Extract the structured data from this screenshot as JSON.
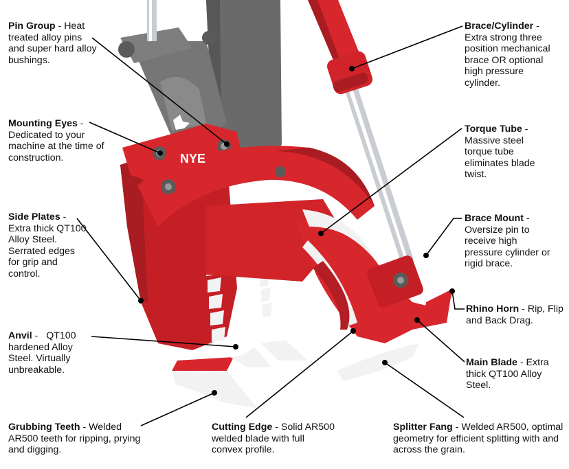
{
  "colors": {
    "body_red": "#d8262d",
    "dark_red": "#a81c22",
    "steel_white": "#f2f2f2",
    "arm_grey": "#6f6f6f",
    "rod_silver": "#cfd3d6",
    "text": "#111111"
  },
  "logo": "NYE",
  "callouts": [
    {
      "id": "pin-group",
      "title": "Pin Group",
      "sep": " - ",
      "desc": "Heat treated alloy pins and super hard alloy bushings."
    },
    {
      "id": "mounting-eyes",
      "title": "Mounting Eyes",
      "sep": " - ",
      "desc": "Dedicated to your machine at the time of construction."
    },
    {
      "id": "side-plates",
      "title": "Side Plates",
      "sep": " - ",
      "desc": "Extra thick QT100 Alloy Steel. Serrated edges for grip and control."
    },
    {
      "id": "anvil",
      "title": "Anvil",
      "sep": " -   ",
      "desc": "QT100 hardened Alloy Steel. Virtually unbreakable."
    },
    {
      "id": "grubbing-teeth",
      "title": "Grubbing Teeth",
      "sep": " - ",
      "desc": "Welded AR500 teeth for ripping, prying and digging."
    },
    {
      "id": "cutting-edge",
      "title": "Cutting Edge",
      "sep": " - ",
      "desc": "Solid AR500 welded blade with full convex profile."
    },
    {
      "id": "splitter-fang",
      "title": "Splitter Fang",
      "sep": " - ",
      "desc": "Welded AR500, optimal geometry for efficient splitting with and across the grain."
    },
    {
      "id": "brace-cylinder",
      "title": "Brace/Cylinder",
      "sep": " - ",
      "desc": "Extra strong three position mechanical brace OR optional high pressure cylinder."
    },
    {
      "id": "torque-tube",
      "title": "Torque Tube",
      "sep": " - ",
      "desc": "Massive steel torque tube eliminates blade twist."
    },
    {
      "id": "brace-mount",
      "title": "Brace Mount",
      "sep": " - ",
      "desc": "Oversize pin to receive high pressure cylinder or rigid brace."
    },
    {
      "id": "rhino-horn",
      "title": "Rhino Horn",
      "sep": " - ",
      "desc": "Rip, Flip and Back Drag."
    },
    {
      "id": "main-blade",
      "title": "Main Blade",
      "sep": " - ",
      "desc": "Extra thick QT100 Alloy Steel."
    }
  ]
}
